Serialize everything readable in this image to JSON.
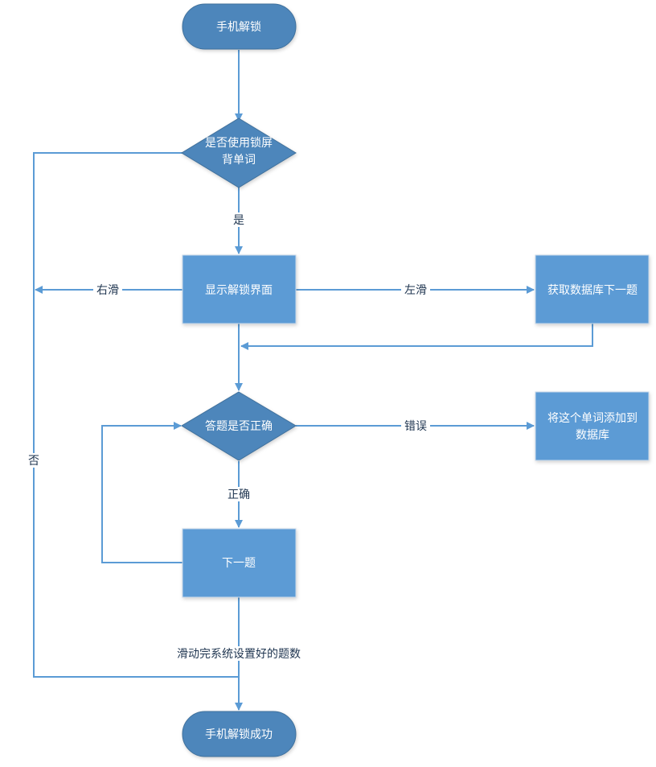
{
  "colors": {
    "terminal_fill": "#4e86bb",
    "decision_fill": "#4e86bb",
    "process_fill": "#5b9bd5",
    "connector": "#5b9bd5",
    "label_text": "#1f3550",
    "node_text": "#ffffff"
  },
  "nodes": {
    "start": {
      "type": "terminal",
      "label": "手机解锁"
    },
    "use_lockscreen": {
      "type": "decision",
      "label_line1": "是否使用锁屏",
      "label_line2": "背单词"
    },
    "show_unlock": {
      "type": "process",
      "label": "显示解锁界面"
    },
    "fetch_next": {
      "type": "process",
      "label": "获取数据库下一题"
    },
    "answer_correct": {
      "type": "decision",
      "label": "答题是否正确"
    },
    "add_word": {
      "type": "process",
      "label_line1": "将这个单词添加到",
      "label_line2": "数据库"
    },
    "next_question": {
      "type": "process",
      "label": "下一题"
    },
    "end": {
      "type": "terminal",
      "label": "手机解锁成功"
    }
  },
  "edges": {
    "yes": "是",
    "no": "否",
    "swipe_right": "右滑",
    "swipe_left": "左滑",
    "wrong": "错误",
    "correct": "正确",
    "finished": "滑动完系统设置好的题数"
  }
}
